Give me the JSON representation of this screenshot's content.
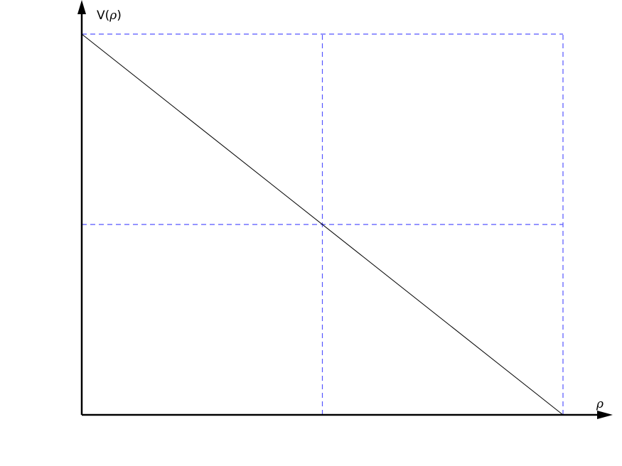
{
  "chart_data": {
    "type": "line",
    "title": "",
    "xlabel": "ρ",
    "ylabel_prefix": "V(",
    "ylabel_var": "ρ",
    "ylabel_suffix": ")",
    "xlim": [
      0,
      1
    ],
    "ylim": [
      0,
      1
    ],
    "grid": false,
    "legend": "none",
    "series": [
      {
        "x": [
          0,
          1
        ],
        "y": [
          1,
          0
        ],
        "color": "#000000"
      }
    ],
    "reference_lines": {
      "color": "#5555ff",
      "vertical_x": [
        0.5,
        1
      ],
      "horizontal_y": [
        0.5,
        1
      ]
    }
  }
}
